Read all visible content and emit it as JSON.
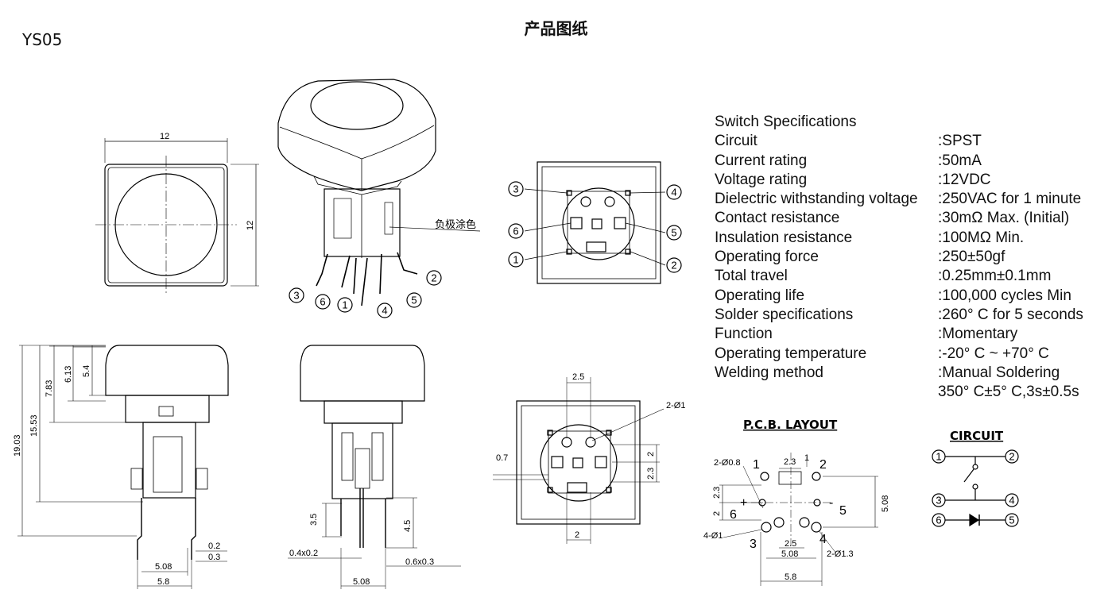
{
  "model": "YS05",
  "title": "产品图纸",
  "specs": {
    "heading": "Switch Specifications",
    "rows": [
      {
        "k": "Circuit",
        "v": ":SPST"
      },
      {
        "k": "Current rating",
        "v": ":50mA"
      },
      {
        "k": "Voltage rating",
        "v": ":12VDC"
      },
      {
        "k": "Dielectric withstanding voltage",
        "v": ":250VAC for 1 minute"
      },
      {
        "k": "Contact resistance",
        "v": ":30mΩ  Max. (Initial)"
      },
      {
        "k": "Insulation resistance",
        "v": ":100MΩ  Min."
      },
      {
        "k": "Operating force",
        "v": ":250±50gf"
      },
      {
        "k": "Total travel",
        "v": ":0.25mm±0.1mm"
      },
      {
        "k": "Operating life",
        "v": ":100,000 cycles Min"
      },
      {
        "k": "Solder specifications",
        "v": ":260°  C for 5 seconds"
      },
      {
        "k": "Function",
        "v": ":Momentary"
      },
      {
        "k": "Operating temperature",
        "v": ":-20°  C ~ +70°  C"
      },
      {
        "k": "Welding method",
        "v": ":Manual Soldering"
      },
      {
        "k": "",
        "v": " 350°  C±5°  C,3s±0.5s"
      }
    ]
  },
  "labels": {
    "cathode": "负极涂色",
    "pcb_layout": "P.C.B. LAYOUT",
    "circuit": "CIRCUIT"
  },
  "dims": {
    "top_w": "12",
    "top_h": "12",
    "h1": "19.03",
    "h2": "15.53",
    "h3": "7.83",
    "h4": "6.13",
    "h5": "5.4",
    "pin_a": "0.2",
    "pin_b": "0.3",
    "pin_c": "5.08",
    "pin_d": "5.8",
    "s_35": "3.5",
    "s_45": "4.5",
    "s_04": "0.4x0.2",
    "s_06": "0.6x0.3",
    "s_508": "5.08",
    "b_25": "2.5",
    "b_phi1": "2-Ø1",
    "b_07": "0.7",
    "b_2": "2",
    "b_23": "2.3",
    "b_2b": "2",
    "p_phi08": "2-Ø0.8",
    "p_23": "2.3",
    "p_1": "1",
    "p_2v": "2",
    "p_23v": "2.3",
    "p_508v": "5.08",
    "p_phi1": "4-Ø1",
    "p_25": "2.5",
    "p_508": "5.08",
    "p_phi13": "2-Ø1.3",
    "p_58": "5.8"
  },
  "pins": [
    "1",
    "2",
    "3",
    "4",
    "5",
    "6"
  ]
}
